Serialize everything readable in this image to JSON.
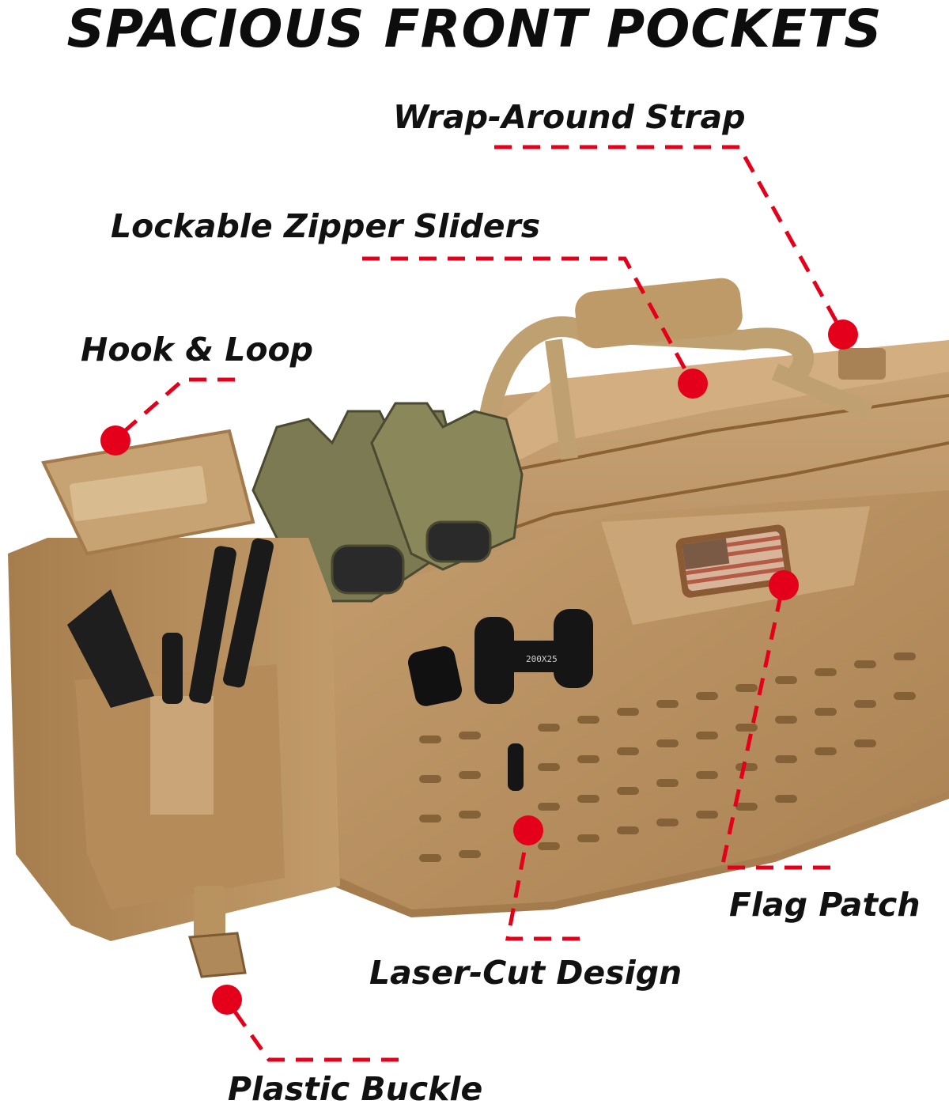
{
  "title": "SPACIOUS FRONT POCKETS",
  "callouts": {
    "wrap_around_strap": "Wrap-Around Strap",
    "lockable_zipper_sliders": "Lockable Zipper Sliders",
    "hook_and_loop": "Hook & Loop",
    "flag_patch": "Flag Patch",
    "laser_cut_design": "Laser-Cut Design",
    "plastic_buckle": "Plastic Buckle"
  },
  "binocular_marking": "200X25",
  "colors": {
    "marker_red": "#e4001b",
    "bag_tan": "#b88c5c",
    "glove_olive": "#7c7a52"
  }
}
